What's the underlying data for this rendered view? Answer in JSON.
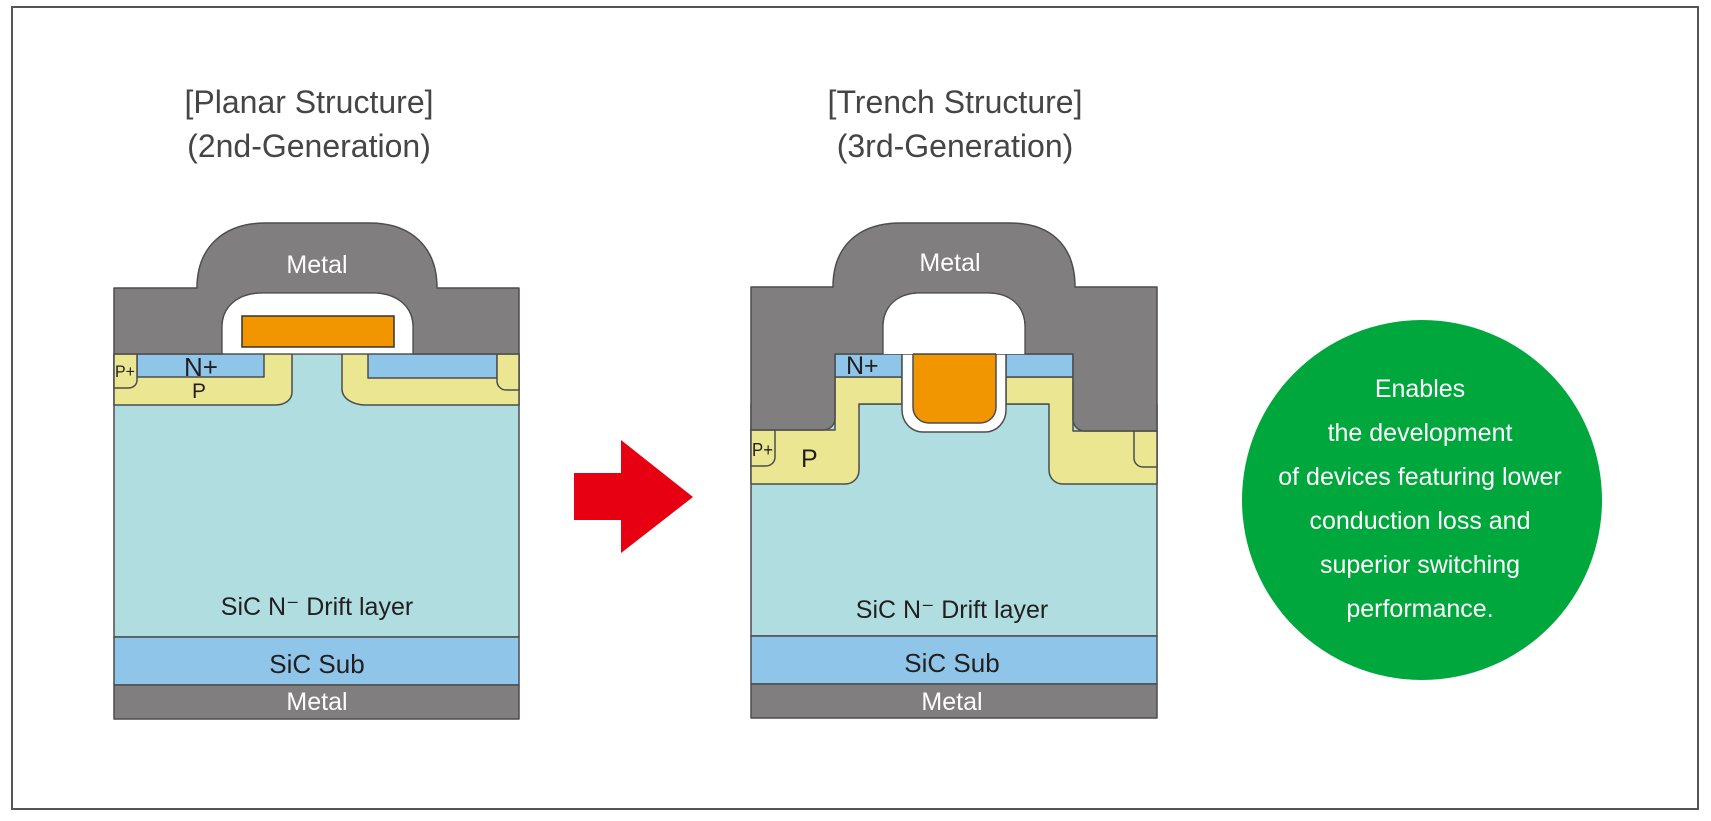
{
  "colors": {
    "frame": "#555555",
    "metal": "#807e7f",
    "insulator": "#ffffff",
    "gate": "#f29600",
    "n_plus": "#8ec5e8",
    "p_region": "#ebe692",
    "drift": "#b0dde0",
    "substrate": "#8ec5e8",
    "arrow": "#e60012",
    "callout": "#00a73c"
  },
  "planar": {
    "title_line1": "[Planar Structure]",
    "title_line2": "(2nd-Generation)",
    "labels": {
      "top_metal": "Metal",
      "n_plus": "N+",
      "p": "P",
      "p_plus": "P+",
      "drift": "SiC N⁻ Drift layer",
      "substrate": "SiC Sub",
      "bottom_metal": "Metal"
    }
  },
  "trench": {
    "title_line1": "[Trench Structure]",
    "title_line2": "(3rd-Generation)",
    "labels": {
      "top_metal": "Metal",
      "n_plus": "N+",
      "p": "P",
      "p_plus": "P+",
      "drift": "SiC N⁻ Drift layer",
      "substrate": "SiC Sub",
      "bottom_metal": "Metal"
    }
  },
  "arrow": {
    "icon": "right-arrow-icon"
  },
  "callout": {
    "lines": [
      "Enables",
      "the development",
      "of devices featuring lower",
      "conduction loss and",
      "superior switching",
      "performance."
    ]
  }
}
